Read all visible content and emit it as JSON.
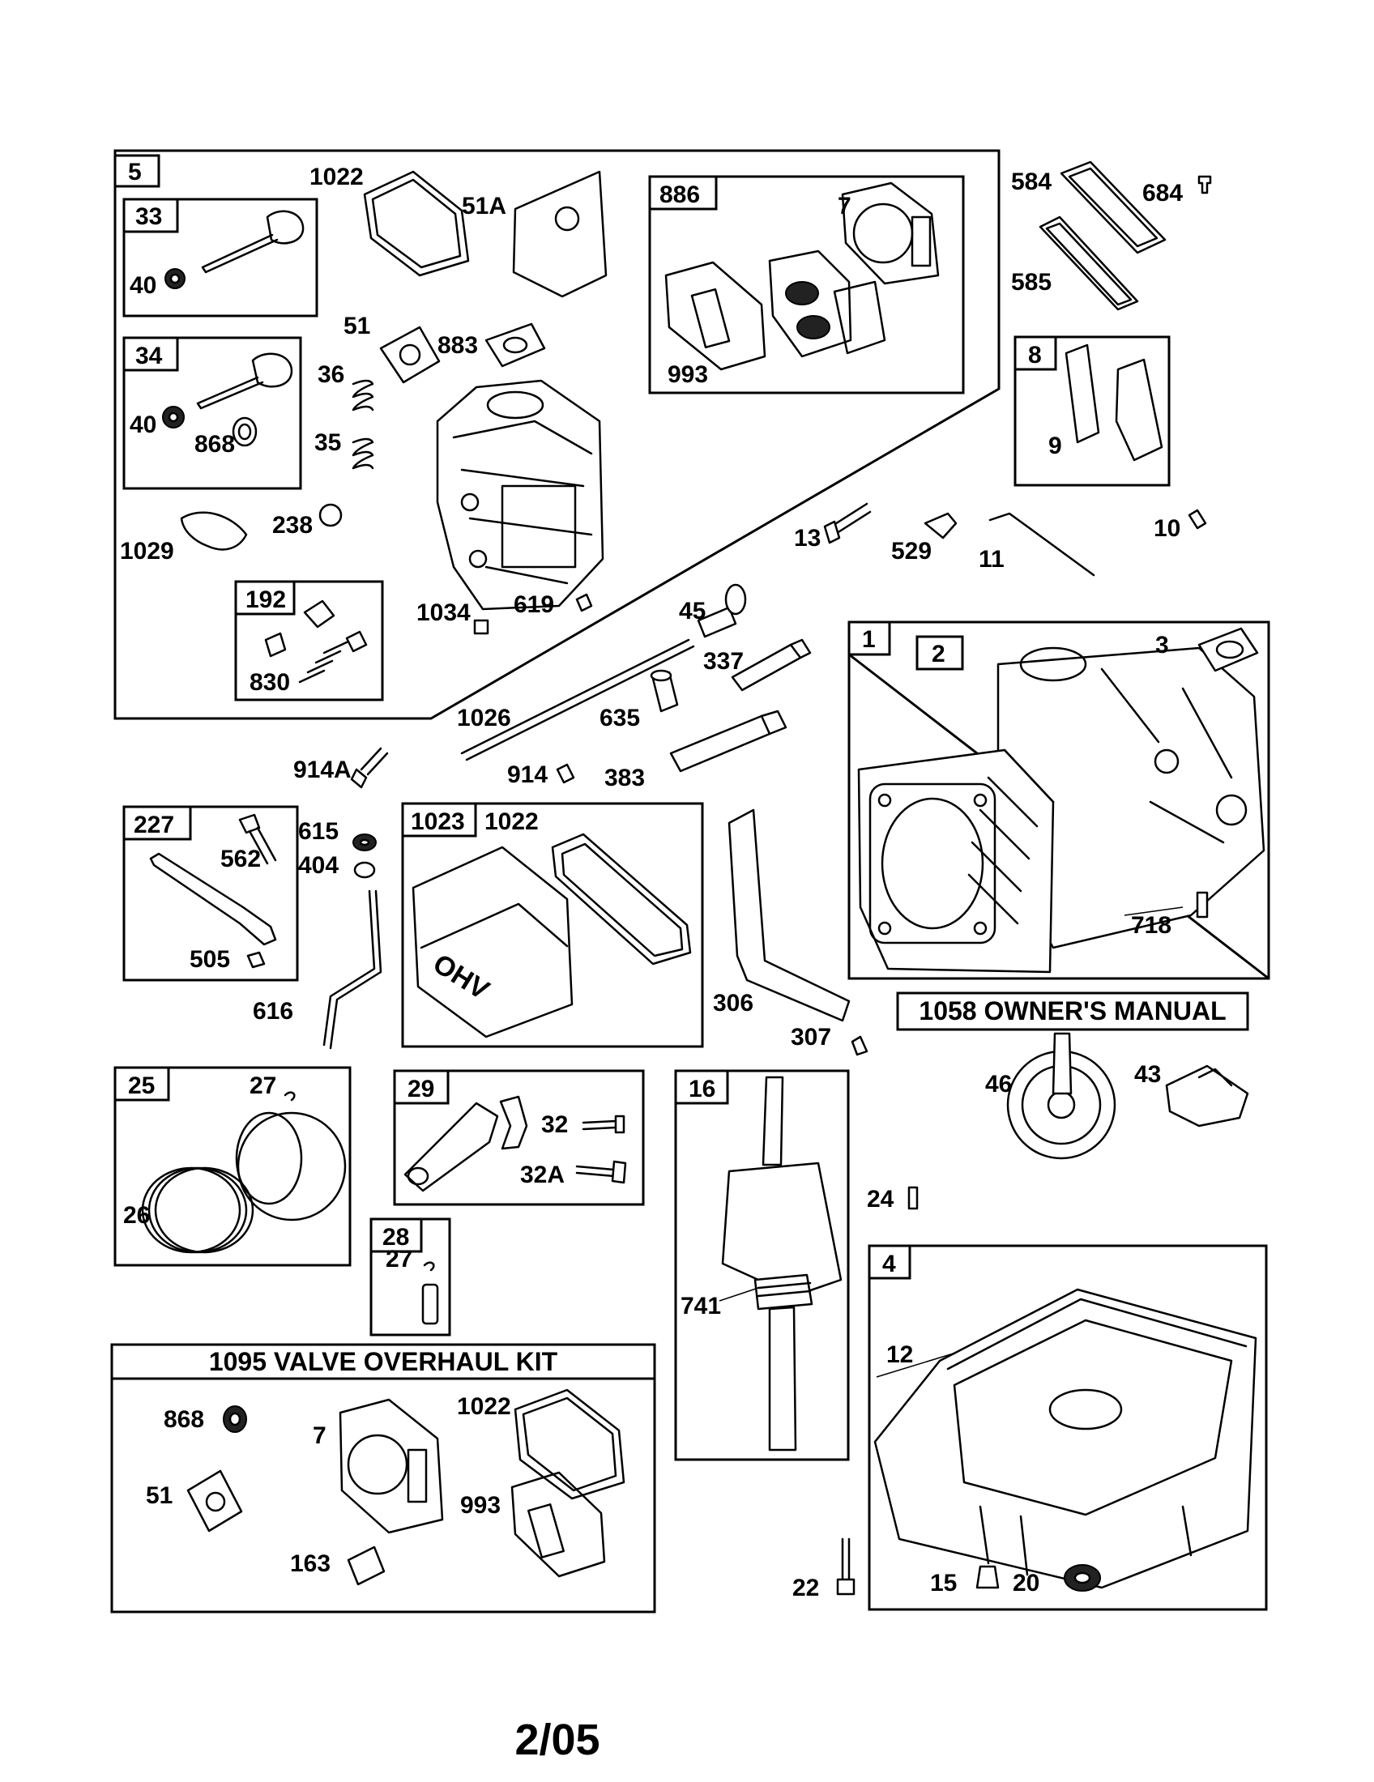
{
  "diagram": {
    "footer": "2/05",
    "box_titles": {
      "owners_manual": "1058 OWNER'S MANUAL",
      "valve_kit": "1095 VALVE OVERHAUL KIT"
    },
    "boxes": [
      {
        "id": "5",
        "label": "5"
      },
      {
        "id": "33",
        "label": "33"
      },
      {
        "id": "34",
        "label": "34"
      },
      {
        "id": "886",
        "label": "886"
      },
      {
        "id": "8",
        "label": "8"
      },
      {
        "id": "192",
        "label": "192"
      },
      {
        "id": "1",
        "label": "1"
      },
      {
        "id": "2",
        "label": "2"
      },
      {
        "id": "227",
        "label": "227"
      },
      {
        "id": "1023",
        "label": "1023"
      },
      {
        "id": "25",
        "label": "25"
      },
      {
        "id": "29",
        "label": "29"
      },
      {
        "id": "16",
        "label": "16"
      },
      {
        "id": "28",
        "label": "28"
      },
      {
        "id": "4",
        "label": "4"
      }
    ],
    "part_labels": [
      "1022",
      "51A",
      "40",
      "51",
      "883",
      "36",
      "35",
      "40",
      "868",
      "1029",
      "238",
      "7",
      "993",
      "584",
      "684",
      "585",
      "9",
      "13",
      "529",
      "11",
      "10",
      "1034",
      "619",
      "830",
      "45",
      "337",
      "3",
      "1026",
      "635",
      "914A",
      "914",
      "383",
      "718",
      "562",
      "615",
      "404",
      "505",
      "616",
      "1022",
      "306",
      "307",
      "27",
      "26",
      "32",
      "32A",
      "46",
      "43",
      "24",
      "27",
      "741",
      "12",
      "868",
      "7",
      "1022",
      "51",
      "993",
      "163",
      "22",
      "15",
      "20"
    ]
  }
}
